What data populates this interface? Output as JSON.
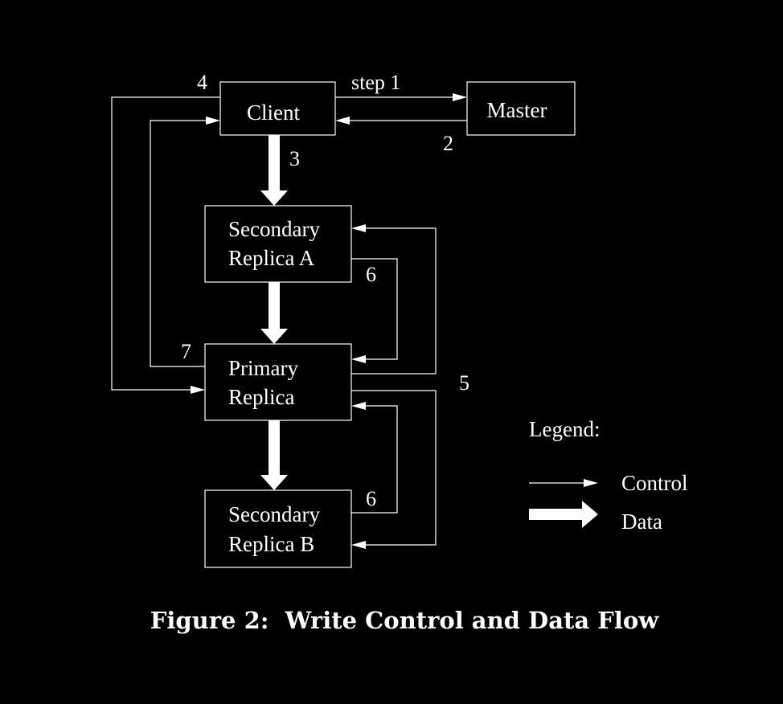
{
  "nodes": {
    "client": {
      "lines": [
        "Client"
      ]
    },
    "master": {
      "lines": [
        "Master"
      ]
    },
    "secondary_a": {
      "lines": [
        "Secondary",
        "Replica A"
      ]
    },
    "primary": {
      "lines": [
        "Primary",
        "Replica"
      ]
    },
    "secondary_b": {
      "lines": [
        "Secondary",
        "Replica B"
      ]
    }
  },
  "steps": {
    "step1": "step 1",
    "step2": "2",
    "step3": "3",
    "step4": "4",
    "step5": "5",
    "step6a": "6",
    "step6b": "6",
    "step7": "7"
  },
  "legend": {
    "title": "Legend:",
    "control": "Control",
    "data": "Data"
  },
  "caption": "Figure 2:  Write Control and Data Flow",
  "colors": {
    "background": "#000000",
    "foreground": "#ffffff"
  }
}
